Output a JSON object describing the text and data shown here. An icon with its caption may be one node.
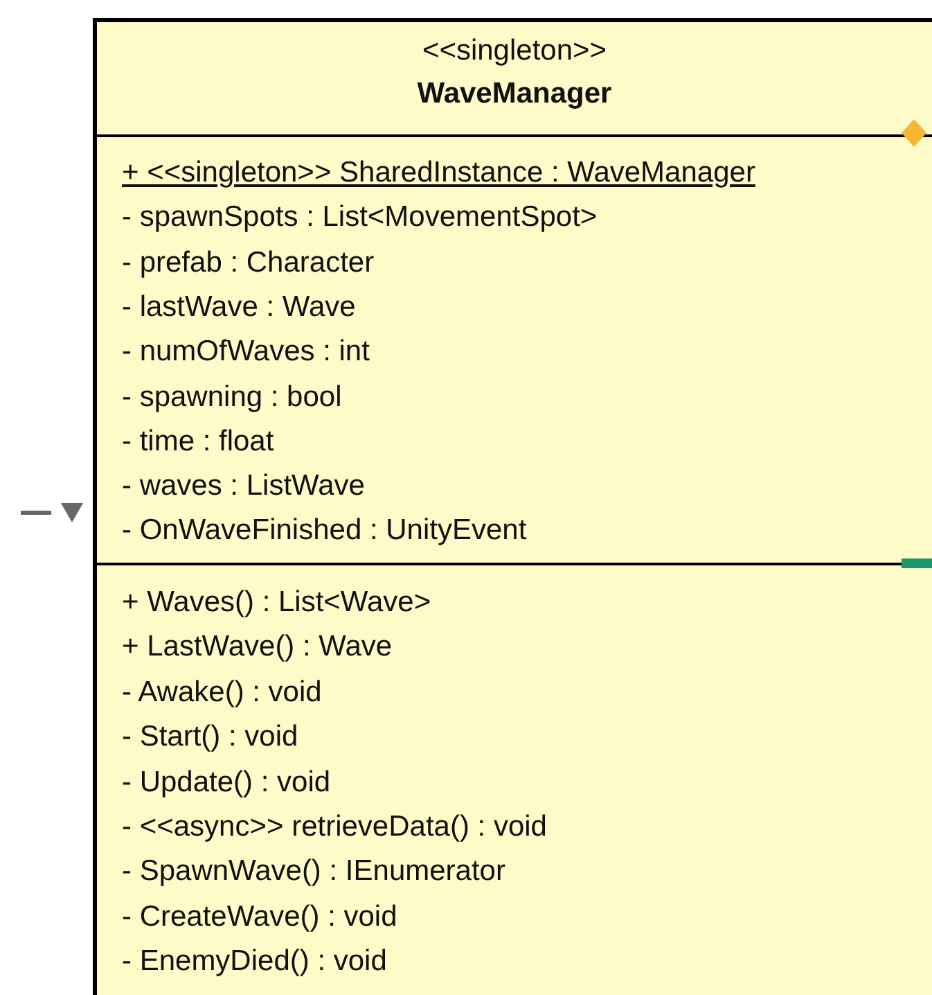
{
  "diagram": {
    "nodes": [
      {
        "text": [
          "<<singleton>>",
          "WaveManager",
          "+ <<singleton>> SharedInstance : WaveManager",
          "- spawnSpots : List<MovementSpot>",
          "- prefab : Character",
          "- lastWave : Wave",
          "- numOfWaves : int",
          "- spawning : bool",
          "- time : float",
          "- waves : ListWave",
          "- OnWaveFinished : UnityEvent",
          "+ Waves() : List<Wave>",
          "+ LastWave() : Wave",
          "- Awake() : void",
          "- Start() : void",
          "- Update() : void",
          "- <<async>> retrieveData() : void",
          "- SpawnWave() : IEnumerator",
          "- CreateWave() : void",
          "- EnemyDied() : void"
        ]
      }
    ]
  }
}
